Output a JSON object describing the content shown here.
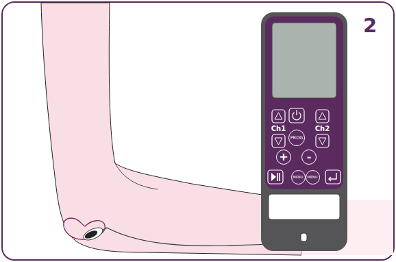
{
  "diagram": {
    "nodes": [
      {
        "text": [
          "PROG"
        ]
      },
      {
        "text": [
          "+"
        ]
      },
      {
        "text": [
          "-"
        ]
      },
      {
        "text": [
          "MENU"
        ]
      },
      {
        "text": [
          "MENU"
        ]
      }
    ],
    "labels": [
      "2",
      "Ch1",
      "Ch2"
    ]
  }
}
